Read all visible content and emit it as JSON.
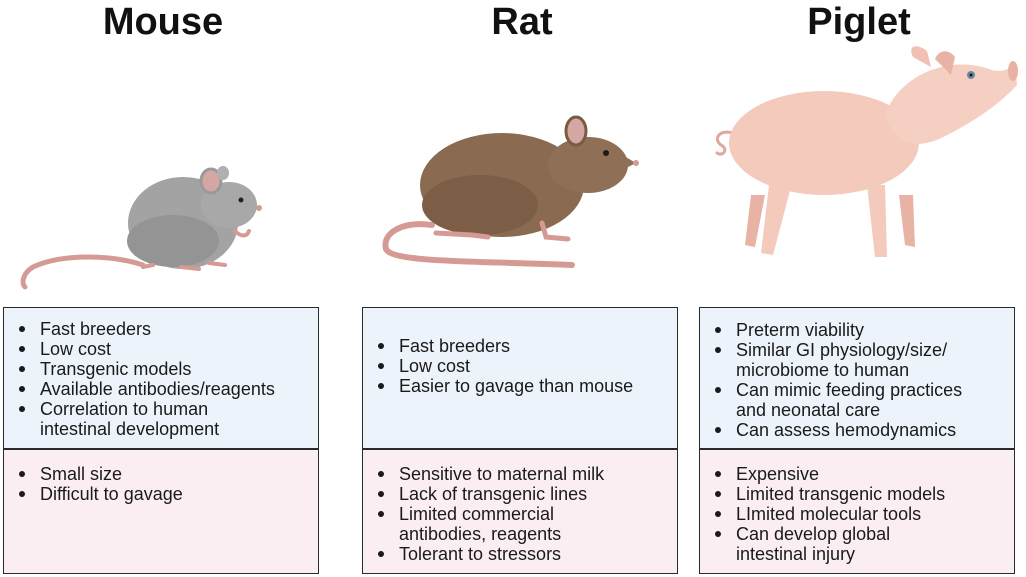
{
  "columns": [
    {
      "title": "Mouse",
      "pros": [
        "Fast breeders",
        "Low cost",
        "Transgenic models",
        "Available antibodies/reagents",
        "Correlation to human\nintestinal development"
      ],
      "cons": [
        "Small size",
        "Difficult to gavage"
      ]
    },
    {
      "title": "Rat",
      "pros": [
        "Fast breeders",
        "Low cost",
        "Easier to gavage than mouse"
      ],
      "cons": [
        "Sensitive to maternal milk",
        "Lack of transgenic lines",
        "Limited commercial\nantibodies, reagents",
        "Tolerant to stressors"
      ]
    },
    {
      "title": "Piglet",
      "pros": [
        "Preterm viability",
        "Similar GI physiology/size/\nmicrobiome to human",
        "Can mimic feeding practices\nand neonatal care",
        "Can assess hemodynamics"
      ],
      "cons": [
        "Expensive",
        "Limited transgenic models",
        "LImited molecular tools",
        "Can develop global\nintestinal injury"
      ]
    }
  ],
  "colors": {
    "pros_bg": "#edf3fa",
    "cons_bg": "#fbeef2",
    "mouse_body": "#a3a3a3",
    "rat_body": "#8a6a50",
    "piglet_body": "#f3cabb",
    "tail": "#d59a94"
  }
}
